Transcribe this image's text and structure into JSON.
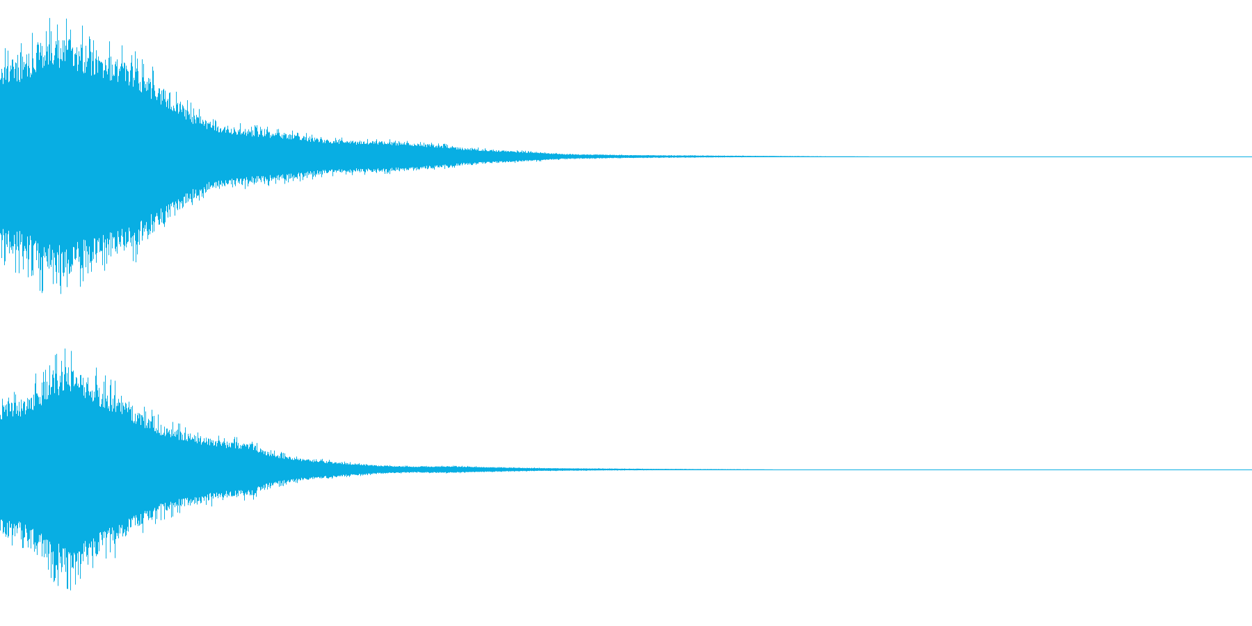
{
  "waveform": {
    "color": "#08aee3",
    "background": "#ffffff",
    "channels": [
      {
        "name": "",
        "envelope": [
          [
            0.0,
            0.78
          ],
          [
            0.015,
            0.8
          ],
          [
            0.035,
            0.95
          ],
          [
            0.055,
            0.96
          ],
          [
            0.075,
            0.88
          ],
          [
            0.095,
            0.8
          ],
          [
            0.11,
            0.72
          ],
          [
            0.125,
            0.6
          ],
          [
            0.14,
            0.48
          ],
          [
            0.155,
            0.35
          ],
          [
            0.17,
            0.26
          ],
          [
            0.2,
            0.22
          ],
          [
            0.23,
            0.19
          ],
          [
            0.26,
            0.14
          ],
          [
            0.275,
            0.13
          ],
          [
            0.295,
            0.13
          ],
          [
            0.32,
            0.12
          ],
          [
            0.345,
            0.1
          ],
          [
            0.37,
            0.07
          ],
          [
            0.4,
            0.05
          ],
          [
            0.43,
            0.035
          ],
          [
            0.45,
            0.02
          ],
          [
            0.5,
            0.012
          ],
          [
            0.56,
            0.008
          ],
          [
            0.62,
            0.004
          ],
          [
            0.66,
            0.002
          ],
          [
            0.7,
            0.0
          ],
          [
            1.0,
            0.0
          ]
        ]
      },
      {
        "name": "",
        "envelope": [
          [
            0.0,
            0.55
          ],
          [
            0.02,
            0.58
          ],
          [
            0.04,
            0.78
          ],
          [
            0.055,
            0.85
          ],
          [
            0.07,
            0.75
          ],
          [
            0.09,
            0.62
          ],
          [
            0.11,
            0.48
          ],
          [
            0.13,
            0.36
          ],
          [
            0.15,
            0.3
          ],
          [
            0.17,
            0.25
          ],
          [
            0.185,
            0.23
          ],
          [
            0.2,
            0.22
          ],
          [
            0.215,
            0.14
          ],
          [
            0.24,
            0.09
          ],
          [
            0.27,
            0.06
          ],
          [
            0.3,
            0.035
          ],
          [
            0.33,
            0.025
          ],
          [
            0.36,
            0.028
          ],
          [
            0.39,
            0.02
          ],
          [
            0.43,
            0.012
          ],
          [
            0.48,
            0.008
          ],
          [
            0.54,
            0.004
          ],
          [
            0.6,
            0.002
          ],
          [
            0.62,
            0.0
          ],
          [
            1.0,
            0.0
          ]
        ]
      }
    ]
  }
}
